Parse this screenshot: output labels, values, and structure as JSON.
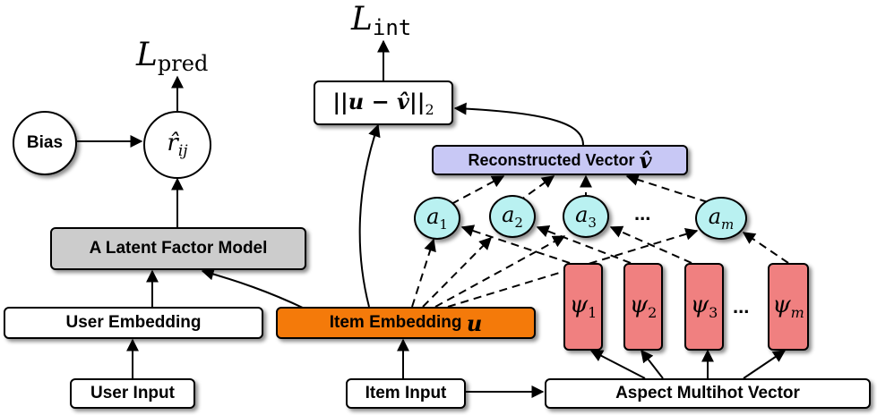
{
  "labels": {
    "l_pred_main": "L",
    "l_pred_sub": "pred",
    "l_int_main": "L",
    "l_int_sub": "int",
    "bias": "Bias",
    "r_hat": "r̂",
    "r_sub": "ij",
    "latent_model": "A Latent Factor Model",
    "user_embedding": "User Embedding",
    "item_embedding": "Item Embedding",
    "item_embedding_sym": "u",
    "user_input": "User Input",
    "item_input": "Item Input",
    "aspect_vector": "Aspect Multihot Vector",
    "reconstructed": "Reconstructed Vector",
    "reconstructed_sym": "v̂",
    "norm_expr": "||u − v̂||",
    "norm_sub": "2",
    "dots": "...",
    "dots_bars": "..."
  },
  "attention_nodes": [
    {
      "sym": "a",
      "sub": "1"
    },
    {
      "sym": "a",
      "sub": "2"
    },
    {
      "sym": "a",
      "sub": "3"
    },
    {
      "sym": "a",
      "sub": "m"
    }
  ],
  "aspect_bars": [
    {
      "sym": "ψ",
      "sub": "1"
    },
    {
      "sym": "ψ",
      "sub": "2"
    },
    {
      "sym": "ψ",
      "sub": "3"
    },
    {
      "sym": "ψ",
      "sub": "m"
    }
  ],
  "colors": {
    "latent_fill": "#cccccc",
    "item_embedding_fill": "#f47a0a",
    "reconstructed_fill": "#c8c8f5",
    "node_fill": "#b9f1f1",
    "bar_fill": "#f08080"
  }
}
